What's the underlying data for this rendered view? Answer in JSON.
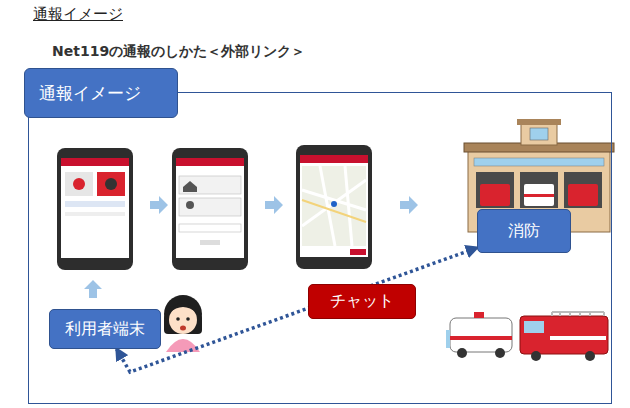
{
  "diagram": {
    "title": "通報イメージ",
    "nodes": [
      {
        "text": [
          "通報イメージ"
        ]
      },
      {
        "text": [
          "消防"
        ],
        "in": 0
      },
      {
        "text": [
          "利用者端末"
        ],
        "in": 0
      },
      {
        "text": [
          "チャット"
        ],
        "in": 0
      }
    ],
    "edges": [
      {
        "from": 2,
        "to": 1,
        "arrow": "both"
      }
    ],
    "labels": [
      "Net119の通報のしかた＜外部リンク＞"
    ]
  }
}
